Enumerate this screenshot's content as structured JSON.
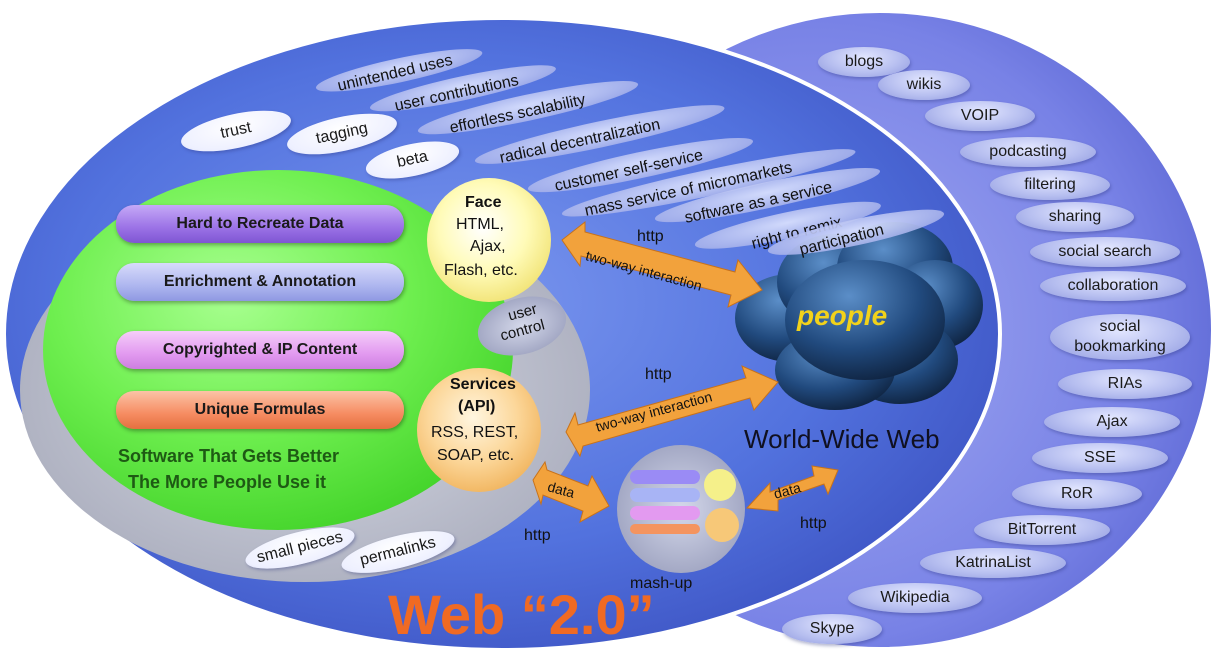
{
  "diagram": {
    "title": "Web “2.0”",
    "left_circle": {
      "capsules": [
        {
          "label": "Hard to Recreate Data",
          "color": "#9b72e6"
        },
        {
          "label": "Enrichment & Annotation",
          "color": "#aeb6ef"
        },
        {
          "label": "Copyrighted & IP Content",
          "color": "#e29af0"
        },
        {
          "label": "Unique Formulas",
          "color": "#f68c62"
        }
      ],
      "tagline_line1": "Software That Gets Better",
      "tagline_line2": "The More People Use it"
    },
    "face": {
      "title": "Face",
      "line1": "HTML,",
      "line2": "Ajax,",
      "line3": "Flash, etc."
    },
    "services": {
      "title_line1": "Services",
      "title_line2": "(API)",
      "line1": "RSS, REST,",
      "line2": "SOAP, etc."
    },
    "user_control": {
      "line1": "user",
      "line2": "control"
    },
    "arrows": {
      "http_top": "http",
      "interaction_top": "two-way interaction",
      "http_middle": "http",
      "interaction_middle": "two-way interaction",
      "data_left": "data",
      "data_right": "data",
      "http_bottom_left": "http",
      "http_bottom_right": "http"
    },
    "people_label": "people",
    "www_label": "World-Wide Web",
    "mashup_label": "mash-up",
    "small_pills": {
      "trust": "trust",
      "tagging": "tagging",
      "beta": "beta",
      "small_pieces": "small pieces",
      "permalinks": "permalinks"
    },
    "slanted_concepts": [
      "unintended uses",
      "user contributions",
      "effortless scalability",
      "radical decentralization",
      "customer self-service",
      "mass service of micromarkets",
      "software as a service",
      "right to remix",
      "participation"
    ],
    "right_items": [
      "blogs",
      "wikis",
      "VOIP",
      "podcasting",
      "filtering",
      "sharing",
      "social search",
      "collaboration",
      "social bookmarking",
      "RIAs",
      "Ajax",
      "SSE",
      "RoR",
      "BitTorrent",
      "KatrinaList",
      "Wikipedia",
      "Skype"
    ],
    "colors": {
      "title": "#f06a23",
      "tagline": "#1e5a14",
      "people_text": "#f2d21a",
      "arrow": "#f2a23c"
    }
  }
}
